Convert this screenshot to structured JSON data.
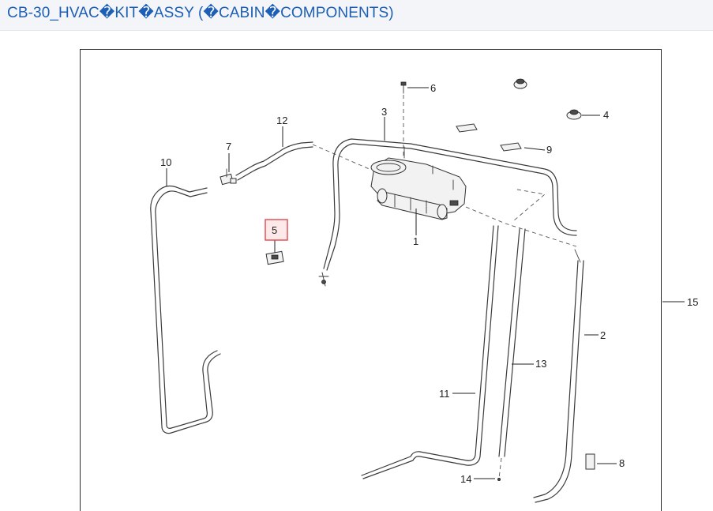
{
  "page": {
    "title": "CB-30_HVAC�KIT�ASSY (�CABIN�COMPONENTS)"
  },
  "callouts": [
    "1",
    "2",
    "3",
    "4",
    "5",
    "6",
    "7",
    "8",
    "9",
    "10",
    "11",
    "12",
    "13",
    "14",
    "15"
  ],
  "highlighted_callout": "5",
  "colors": {
    "title": "#1d5fb5",
    "highlight_box": "#e0474a",
    "highlight_fill": "#fde9e9",
    "line": "#2b2b2b",
    "header_bg": "#f3f5f8"
  }
}
